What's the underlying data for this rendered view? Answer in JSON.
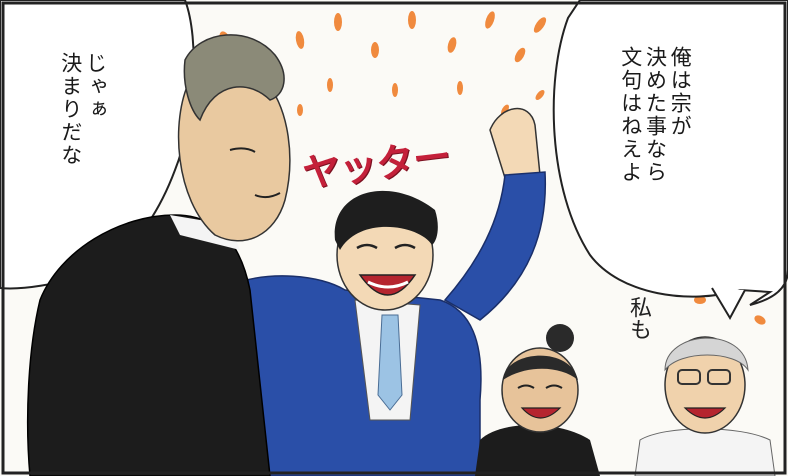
{
  "panel": {
    "speech_left": "じゃぁ\n決まりだな",
    "speech_right": "俺は宗が\n決めた事なら\n文句はねえよ",
    "sound_effect": "ヤッター",
    "small_speech": "私も"
  },
  "colors": {
    "frame": "#222222",
    "suit_blue": "#2a4fa8",
    "suit_black": "#1c1c1c",
    "sfx_red": "#c4203a",
    "burst_orange": "#ef7d2a",
    "skin": "#f3d9b6"
  },
  "characters": [
    {
      "role": "man-back-black-suit",
      "icon": "character-figure"
    },
    {
      "role": "man-blue-suit-cheering",
      "icon": "character-figure"
    },
    {
      "role": "woman-bun-hair",
      "icon": "character-figure"
    },
    {
      "role": "old-man-glasses",
      "icon": "character-figure"
    }
  ]
}
